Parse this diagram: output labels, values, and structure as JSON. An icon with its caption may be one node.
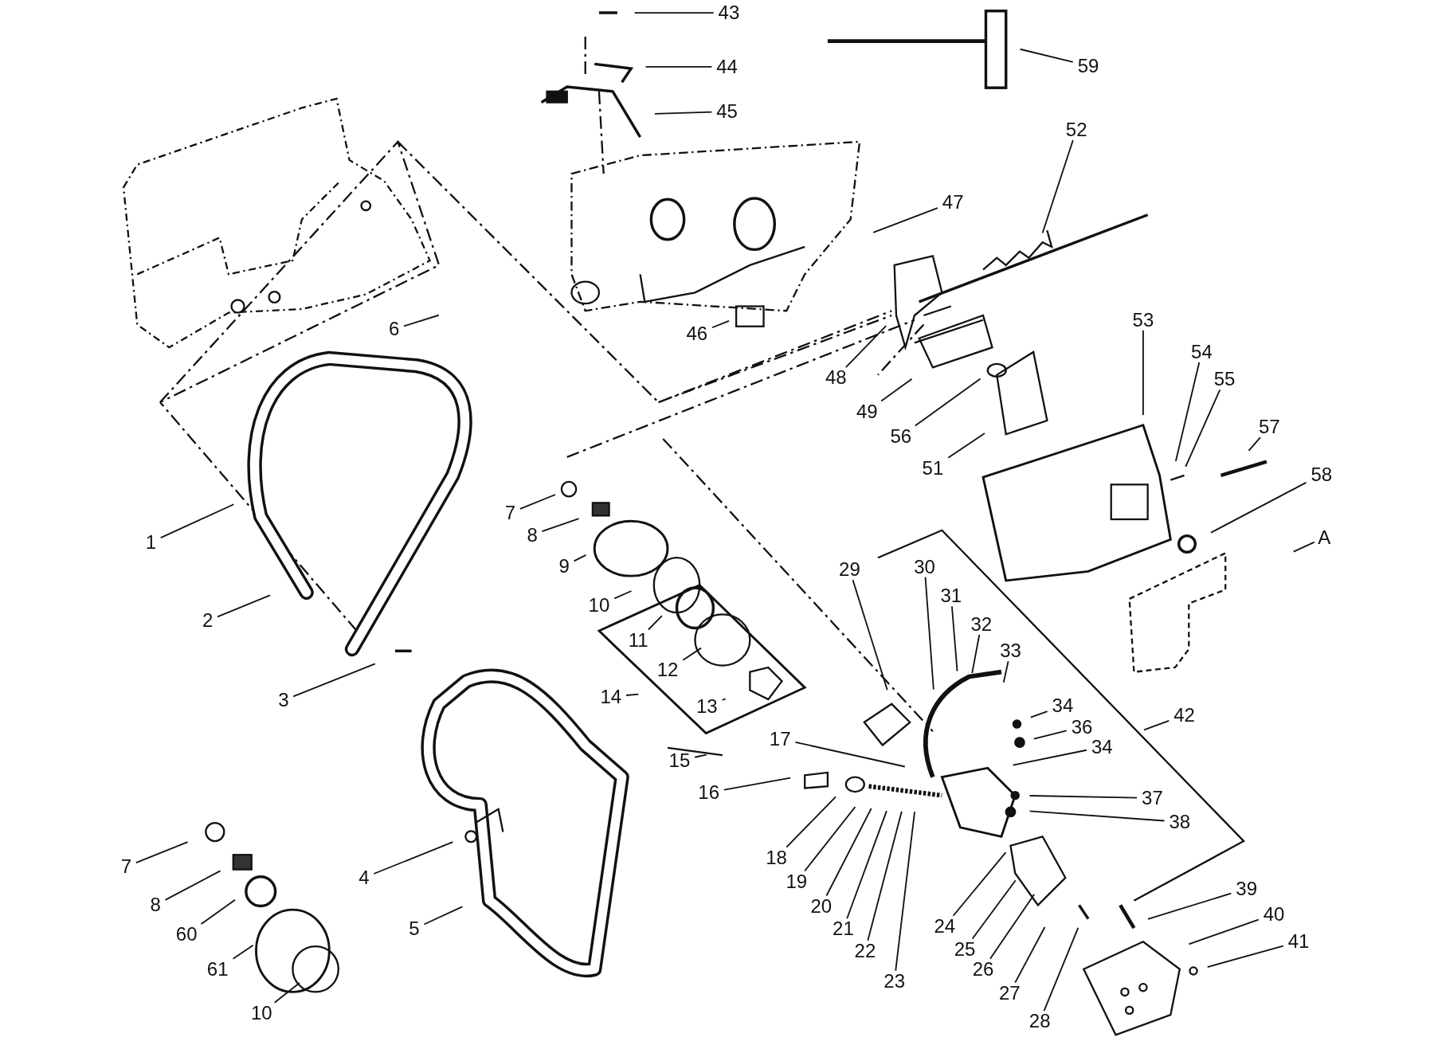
{
  "diagram": {
    "nodes": [
      {
        "text": [
          "43"
        ]
      },
      {
        "text": [
          "59"
        ]
      },
      {
        "text": [
          "44"
        ]
      },
      {
        "text": [
          "45"
        ]
      },
      {
        "text": [
          "52"
        ]
      },
      {
        "text": [
          "47"
        ]
      },
      {
        "text": [
          "53"
        ]
      },
      {
        "text": [
          "6"
        ]
      },
      {
        "text": [
          "46"
        ]
      },
      {
        "text": [
          "54"
        ]
      },
      {
        "text": [
          "48"
        ]
      },
      {
        "text": [
          "55"
        ]
      },
      {
        "text": [
          "49"
        ]
      },
      {
        "text": [
          "57"
        ]
      },
      {
        "text": [
          "56"
        ]
      },
      {
        "text": [
          "51"
        ]
      },
      {
        "text": [
          "58"
        ]
      },
      {
        "text": [
          "7"
        ]
      },
      {
        "text": [
          "8"
        ]
      },
      {
        "text": [
          "A"
        ]
      },
      {
        "text": [
          "1"
        ]
      },
      {
        "text": [
          "9"
        ]
      },
      {
        "text": [
          "29"
        ]
      },
      {
        "text": [
          "30"
        ]
      },
      {
        "text": [
          "31"
        ]
      },
      {
        "text": [
          "10"
        ]
      },
      {
        "text": [
          "2"
        ]
      },
      {
        "text": [
          "32"
        ]
      },
      {
        "text": [
          "11"
        ]
      },
      {
        "text": [
          "33"
        ]
      },
      {
        "text": [
          "12"
        ]
      },
      {
        "text": [
          "14"
        ]
      },
      {
        "text": [
          "3"
        ]
      },
      {
        "text": [
          "13"
        ]
      },
      {
        "text": [
          "34"
        ]
      },
      {
        "text": [
          "42"
        ]
      },
      {
        "text": [
          "36"
        ]
      },
      {
        "text": [
          "17"
        ]
      },
      {
        "text": [
          "34"
        ]
      },
      {
        "text": [
          "15"
        ]
      },
      {
        "text": [
          "16"
        ]
      },
      {
        "text": [
          "37"
        ]
      },
      {
        "text": [
          "38"
        ]
      },
      {
        "text": [
          "18"
        ]
      },
      {
        "text": [
          "7"
        ]
      },
      {
        "text": [
          "4"
        ]
      },
      {
        "text": [
          "19"
        ]
      },
      {
        "text": [
          "39"
        ]
      },
      {
        "text": [
          "8"
        ]
      },
      {
        "text": [
          "20"
        ]
      },
      {
        "text": [
          "40"
        ]
      },
      {
        "text": [
          "24"
        ]
      },
      {
        "text": [
          "5"
        ]
      },
      {
        "text": [
          "21"
        ]
      },
      {
        "text": [
          "60"
        ]
      },
      {
        "text": [
          "41"
        ]
      },
      {
        "text": [
          "25"
        ]
      },
      {
        "text": [
          "22"
        ]
      },
      {
        "text": [
          "61"
        ]
      },
      {
        "text": [
          "26"
        ]
      },
      {
        "text": [
          "23"
        ]
      },
      {
        "text": [
          "27"
        ]
      },
      {
        "text": [
          "10"
        ]
      },
      {
        "text": [
          "28"
        ]
      }
    ],
    "edges": [
      {
        "from": 0,
        "to": null,
        "arrow": "none"
      },
      {
        "from": 1,
        "to": null,
        "arrow": "none"
      },
      {
        "from": 2,
        "to": null,
        "arrow": "none"
      },
      {
        "from": 3,
        "to": null,
        "arrow": "none"
      },
      {
        "from": 4,
        "to": null,
        "arrow": "none"
      },
      {
        "from": 5,
        "to": null,
        "arrow": "none"
      },
      {
        "from": 6,
        "to": null,
        "arrow": "none"
      },
      {
        "from": 7,
        "to": null,
        "arrow": "none"
      },
      {
        "from": 8,
        "to": null,
        "arrow": "none"
      },
      {
        "from": 9,
        "to": null,
        "arrow": "none"
      },
      {
        "from": 10,
        "to": null,
        "arrow": "none"
      },
      {
        "from": 11,
        "to": null,
        "arrow": "none"
      },
      {
        "from": 12,
        "to": null,
        "arrow": "none"
      },
      {
        "from": 13,
        "to": null,
        "arrow": "none"
      },
      {
        "from": 14,
        "to": null,
        "arrow": "none"
      },
      {
        "from": 15,
        "to": null,
        "arrow": "none"
      },
      {
        "from": 16,
        "to": null,
        "arrow": "none"
      },
      {
        "from": 17,
        "to": null,
        "arrow": "none"
      },
      {
        "from": 18,
        "to": null,
        "arrow": "none"
      },
      {
        "from": 19,
        "to": null,
        "arrow": "none"
      },
      {
        "from": 20,
        "to": null,
        "arrow": "none"
      },
      {
        "from": 21,
        "to": null,
        "arrow": "none"
      },
      {
        "from": 22,
        "to": null,
        "arrow": "none"
      },
      {
        "from": 23,
        "to": null,
        "arrow": "none"
      },
      {
        "from": 24,
        "to": null,
        "arrow": "none"
      },
      {
        "from": 25,
        "to": null,
        "arrow": "none"
      },
      {
        "from": 26,
        "to": null,
        "arrow": "none"
      },
      {
        "from": 27,
        "to": null,
        "arrow": "none"
      },
      {
        "from": 28,
        "to": null,
        "arrow": "none"
      },
      {
        "from": 29,
        "to": null,
        "arrow": "none"
      },
      {
        "from": 30,
        "to": null,
        "arrow": "none"
      },
      {
        "from": 31,
        "to": null,
        "arrow": "none"
      },
      {
        "from": 32,
        "to": null,
        "arrow": "none"
      },
      {
        "from": 33,
        "to": null,
        "arrow": "none"
      },
      {
        "from": 34,
        "to": null,
        "arrow": "none"
      },
      {
        "from": 35,
        "to": null,
        "arrow": "none"
      },
      {
        "from": 36,
        "to": null,
        "arrow": "none"
      },
      {
        "from": 37,
        "to": null,
        "arrow": "none"
      },
      {
        "from": 38,
        "to": null,
        "arrow": "none"
      },
      {
        "from": 39,
        "to": null,
        "arrow": "none"
      },
      {
        "from": 40,
        "to": null,
        "arrow": "none"
      },
      {
        "from": 41,
        "to": null,
        "arrow": "none"
      },
      {
        "from": 42,
        "to": null,
        "arrow": "none"
      },
      {
        "from": 43,
        "to": null,
        "arrow": "none"
      },
      {
        "from": 44,
        "to": null,
        "arrow": "none"
      },
      {
        "from": 45,
        "to": null,
        "arrow": "none"
      },
      {
        "from": 46,
        "to": null,
        "arrow": "none"
      },
      {
        "from": 47,
        "to": null,
        "arrow": "none"
      },
      {
        "from": 48,
        "to": null,
        "arrow": "none"
      },
      {
        "from": 49,
        "to": null,
        "arrow": "none"
      },
      {
        "from": 50,
        "to": null,
        "arrow": "none"
      },
      {
        "from": 51,
        "to": null,
        "arrow": "none"
      },
      {
        "from": 52,
        "to": null,
        "arrow": "none"
      },
      {
        "from": 53,
        "to": null,
        "arrow": "none"
      },
      {
        "from": 54,
        "to": null,
        "arrow": "none"
      },
      {
        "from": 55,
        "to": null,
        "arrow": "none"
      },
      {
        "from": 56,
        "to": null,
        "arrow": "none"
      },
      {
        "from": 57,
        "to": null,
        "arrow": "none"
      },
      {
        "from": 58,
        "to": null,
        "arrow": "none"
      },
      {
        "from": 59,
        "to": null,
        "arrow": "none"
      },
      {
        "from": 60,
        "to": null,
        "arrow": "none"
      },
      {
        "from": 61,
        "to": null,
        "arrow": "none"
      },
      {
        "from": 62,
        "to": null,
        "arrow": "none"
      },
      {
        "from": 63,
        "to": null,
        "arrow": "none"
      }
    ]
  }
}
